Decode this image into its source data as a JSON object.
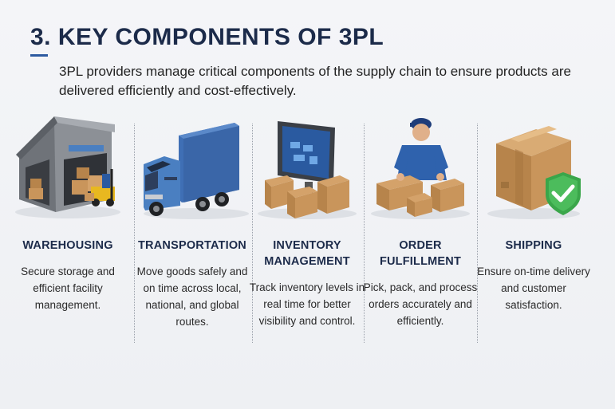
{
  "header": {
    "number": "3.",
    "title": "KEY COMPONENTS OF 3PL",
    "subtitle": "3PL providers manage critical components of the supply chain to ensure products are delivered efficiently and cost-effectively."
  },
  "components": [
    {
      "name_line1": "WAREHOUSING",
      "name_line2": "",
      "desc": "Secure storage and efficient facility management.",
      "icon": "warehouse-icon"
    },
    {
      "name_line1": "TRANSPORTATION",
      "name_line2": "",
      "desc": "Move goods safely and on time across local, national, and global routes.",
      "icon": "truck-icon"
    },
    {
      "name_line1": "INVENTORY",
      "name_line2": "MANAGEMENT",
      "desc": "Track inventory levels in real time for better visibility and control.",
      "icon": "monitor-boxes-icon"
    },
    {
      "name_line1": "ORDER",
      "name_line2": "FULFILLMENT",
      "desc": "Pick, pack, and process orders accurately and efficiently.",
      "icon": "worker-packing-icon"
    },
    {
      "name_line1": "SHIPPING",
      "name_line2": "",
      "desc": "Ensure on-time delivery and customer satisfaction.",
      "icon": "package-check-icon"
    }
  ],
  "colors": {
    "title": "#1c2b4a",
    "truck_blue": "#3f6fb5",
    "box_brown": "#c9955b",
    "check_green": "#3aa64a"
  }
}
